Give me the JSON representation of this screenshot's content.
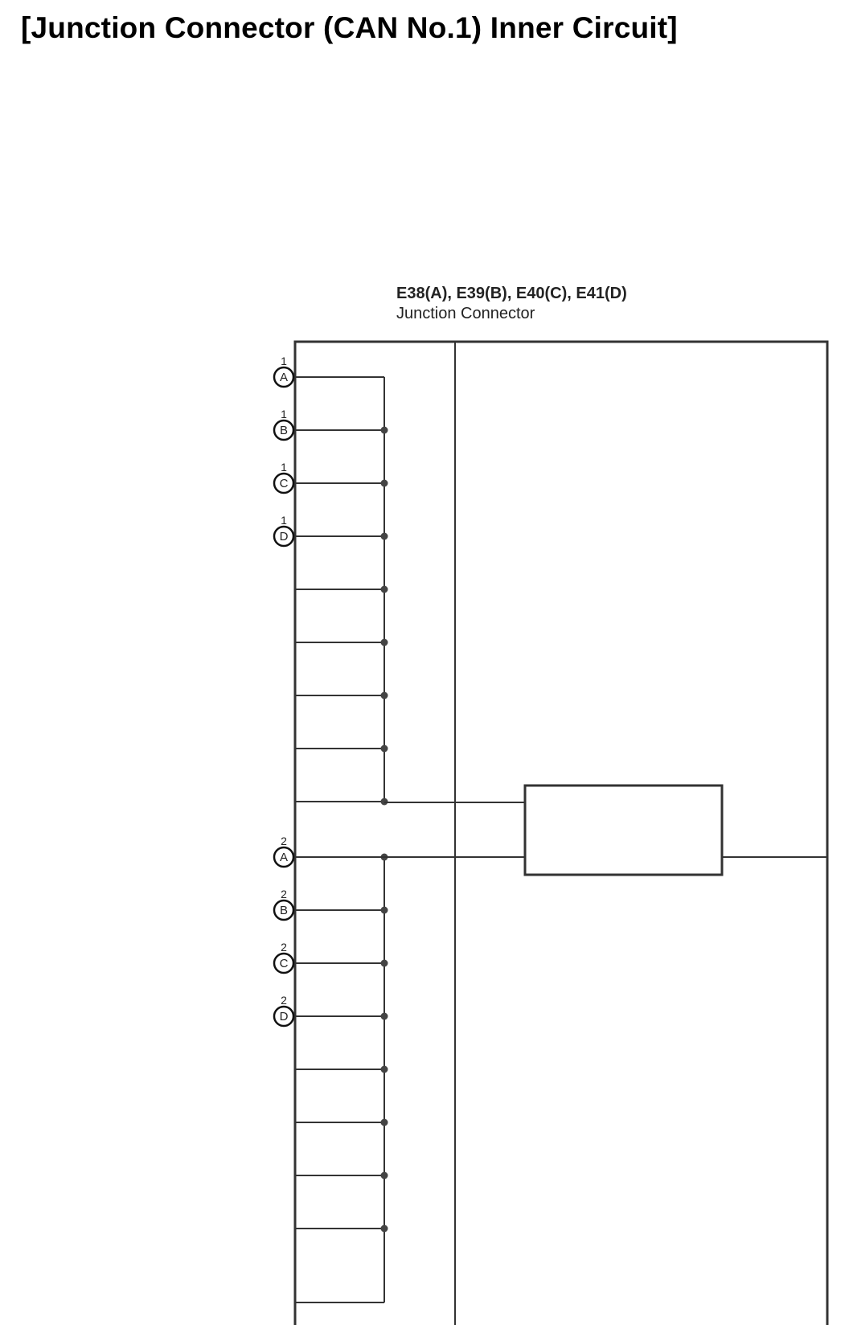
{
  "page_title": "[Junction Connector (CAN No.1) Inner Circuit]",
  "connector": {
    "reference": "E38(A), E39(B), E40(C), E41(D)",
    "name": "Junction Connector"
  },
  "pin_labels": [
    {
      "number": "1",
      "letter": "A"
    },
    {
      "number": "1",
      "letter": "B"
    },
    {
      "number": "1",
      "letter": "C"
    },
    {
      "number": "1",
      "letter": "D"
    },
    {
      "number": "2",
      "letter": "A"
    },
    {
      "number": "2",
      "letter": "B"
    },
    {
      "number": "2",
      "letter": "C"
    },
    {
      "number": "2",
      "letter": "D"
    }
  ]
}
